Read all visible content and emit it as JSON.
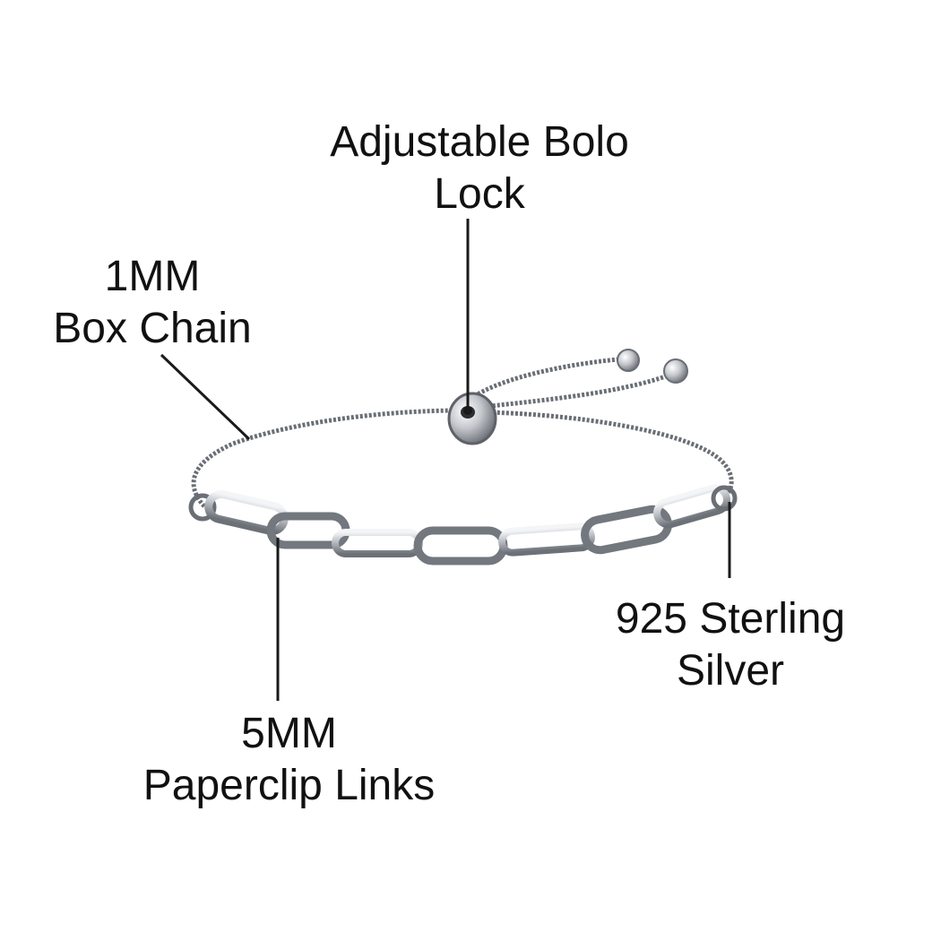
{
  "callouts": {
    "bolo_lock": {
      "line1": "Adjustable Bolo",
      "line2": "Lock"
    },
    "box_chain": {
      "line1": "1MM",
      "line2": "Box Chain"
    },
    "sterling": {
      "line1": "925 Sterling",
      "line2": "Silver"
    },
    "paperclip": {
      "line1": "5MM",
      "line2": "Paperclip Links"
    }
  },
  "colors": {
    "background": "#ffffff",
    "text": "#111111",
    "leader_line": "#1a1a1a",
    "silver_dark": "#5e6268",
    "silver_light": "#d9dce0"
  },
  "product_image": {
    "subject": "silver paperclip link bolo bracelet"
  }
}
